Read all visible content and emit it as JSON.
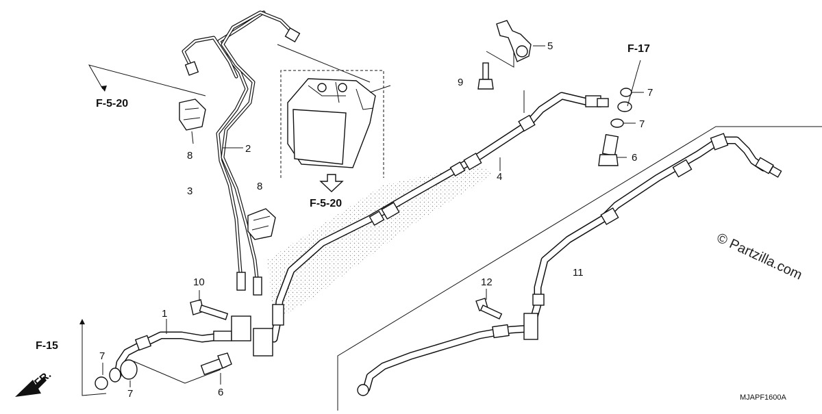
{
  "callouts": {
    "p1": "1",
    "p2": "2",
    "p3": "3",
    "p4": "4",
    "p5": "5",
    "p6a": "6",
    "p6b": "6",
    "p7a": "7",
    "p7b": "7",
    "p7c": "7",
    "p7d": "7",
    "p8a": "8",
    "p8b": "8",
    "p9": "9",
    "p10": "10",
    "p11": "11",
    "p12": "12"
  },
  "references": {
    "ref_f5_20_left": "F-5-20",
    "ref_f5_20_center": "F-5-20",
    "ref_f17": "F-17",
    "ref_f15": "F-15",
    "front_arrow": "FR."
  },
  "watermark": "© Partzilla.com",
  "diagram_code": "MJAPF1600A"
}
